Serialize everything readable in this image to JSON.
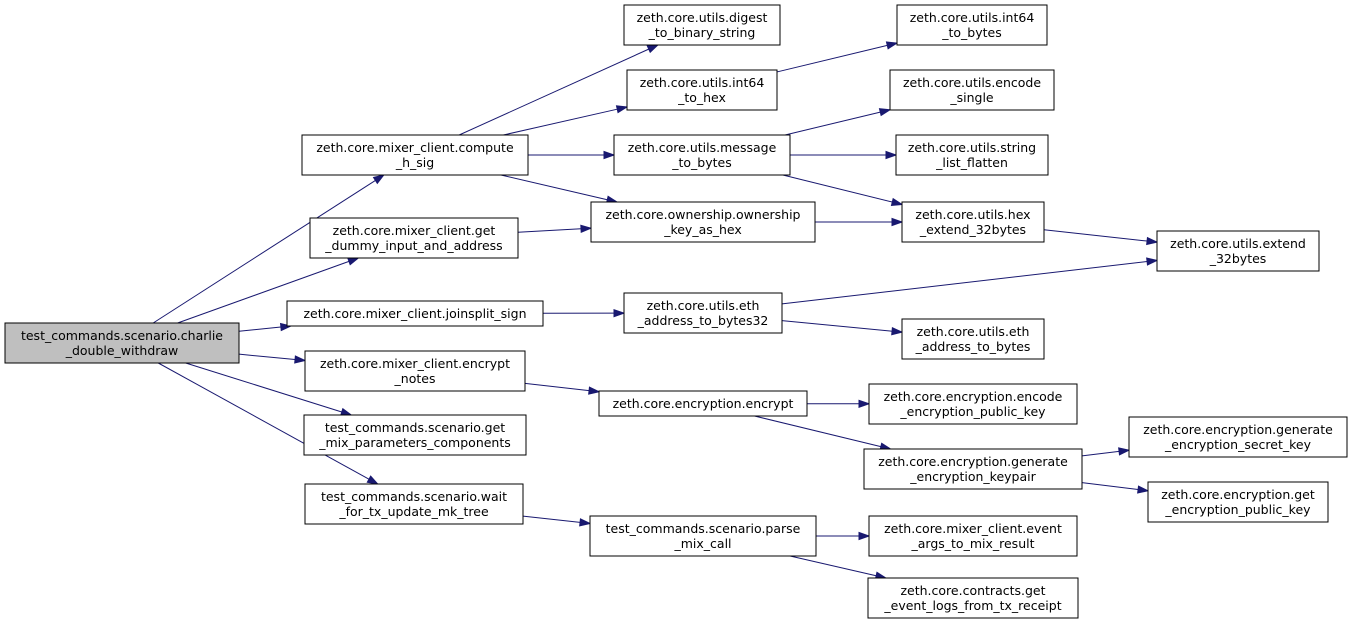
{
  "nodes": [
    {
      "id": "root",
      "lines": [
        "test_commands.scenario.charlie",
        "_double_withdraw"
      ],
      "root": true
    },
    {
      "id": "compute_h_sig",
      "lines": [
        "zeth.core.mixer_client.compute",
        "_h_sig"
      ]
    },
    {
      "id": "get_dummy",
      "lines": [
        "zeth.core.mixer_client.get",
        "_dummy_input_and_address"
      ]
    },
    {
      "id": "joinsplit_sign",
      "lines": [
        "zeth.core.mixer_client.joinsplit_sign"
      ]
    },
    {
      "id": "encrypt_notes",
      "lines": [
        "zeth.core.mixer_client.encrypt",
        "_notes"
      ]
    },
    {
      "id": "get_mix_params",
      "lines": [
        "test_commands.scenario.get",
        "_mix_parameters_components"
      ]
    },
    {
      "id": "wait_for_tx",
      "lines": [
        "test_commands.scenario.wait",
        "_for_tx_update_mk_tree"
      ]
    },
    {
      "id": "digest_to_binary",
      "lines": [
        "zeth.core.utils.digest",
        "_to_binary_string"
      ]
    },
    {
      "id": "int64_to_hex",
      "lines": [
        "zeth.core.utils.int64",
        "_to_hex"
      ]
    },
    {
      "id": "message_to_bytes",
      "lines": [
        "zeth.core.utils.message",
        "_to_bytes"
      ]
    },
    {
      "id": "ownership_key",
      "lines": [
        "zeth.core.ownership.ownership",
        "_key_as_hex"
      ]
    },
    {
      "id": "eth_addr_b32",
      "lines": [
        "zeth.core.utils.eth",
        "_address_to_bytes32"
      ]
    },
    {
      "id": "encryption_encrypt",
      "lines": [
        "zeth.core.encryption.encrypt"
      ]
    },
    {
      "id": "parse_mix_call",
      "lines": [
        "test_commands.scenario.parse",
        "_mix_call"
      ]
    },
    {
      "id": "int64_to_bytes",
      "lines": [
        "zeth.core.utils.int64",
        "_to_bytes"
      ]
    },
    {
      "id": "encode_single",
      "lines": [
        "zeth.core.utils.encode",
        "_single"
      ]
    },
    {
      "id": "string_list_flatten",
      "lines": [
        "zeth.core.utils.string",
        "_list_flatten"
      ]
    },
    {
      "id": "hex_extend",
      "lines": [
        "zeth.core.utils.hex",
        "_extend_32bytes"
      ]
    },
    {
      "id": "eth_addr_bytes",
      "lines": [
        "zeth.core.utils.eth",
        "_address_to_bytes"
      ]
    },
    {
      "id": "encode_enc_pk",
      "lines": [
        "zeth.core.encryption.encode",
        "_encryption_public_key"
      ]
    },
    {
      "id": "gen_keypair",
      "lines": [
        "zeth.core.encryption.generate",
        "_encryption_keypair"
      ]
    },
    {
      "id": "event_args",
      "lines": [
        "zeth.core.mixer_client.event",
        "_args_to_mix_result"
      ]
    },
    {
      "id": "get_event_logs",
      "lines": [
        "zeth.core.contracts.get",
        "_event_logs_from_tx_receipt"
      ]
    },
    {
      "id": "extend_32bytes",
      "lines": [
        "zeth.core.utils.extend",
        "_32bytes"
      ]
    },
    {
      "id": "gen_secret_key",
      "lines": [
        "zeth.core.encryption.generate",
        "_encryption_secret_key"
      ]
    },
    {
      "id": "get_enc_pk",
      "lines": [
        "zeth.core.encryption.get",
        "_encryption_public_key"
      ]
    }
  ],
  "edges": [
    [
      "root",
      "compute_h_sig"
    ],
    [
      "root",
      "get_dummy"
    ],
    [
      "root",
      "joinsplit_sign"
    ],
    [
      "root",
      "encrypt_notes"
    ],
    [
      "root",
      "get_mix_params"
    ],
    [
      "root",
      "wait_for_tx"
    ],
    [
      "compute_h_sig",
      "digest_to_binary"
    ],
    [
      "compute_h_sig",
      "int64_to_hex"
    ],
    [
      "compute_h_sig",
      "message_to_bytes"
    ],
    [
      "compute_h_sig",
      "ownership_key"
    ],
    [
      "int64_to_hex",
      "int64_to_bytes"
    ],
    [
      "message_to_bytes",
      "encode_single"
    ],
    [
      "message_to_bytes",
      "string_list_flatten"
    ],
    [
      "message_to_bytes",
      "hex_extend"
    ],
    [
      "get_dummy",
      "ownership_key"
    ],
    [
      "ownership_key",
      "hex_extend"
    ],
    [
      "hex_extend",
      "extend_32bytes"
    ],
    [
      "joinsplit_sign",
      "eth_addr_b32"
    ],
    [
      "eth_addr_b32",
      "extend_32bytes"
    ],
    [
      "eth_addr_b32",
      "eth_addr_bytes"
    ],
    [
      "encrypt_notes",
      "encryption_encrypt"
    ],
    [
      "encryption_encrypt",
      "encode_enc_pk"
    ],
    [
      "encryption_encrypt",
      "gen_keypair"
    ],
    [
      "gen_keypair",
      "gen_secret_key"
    ],
    [
      "gen_keypair",
      "get_enc_pk"
    ],
    [
      "wait_for_tx",
      "parse_mix_call"
    ],
    [
      "parse_mix_call",
      "event_args"
    ],
    [
      "parse_mix_call",
      "get_event_logs"
    ]
  ]
}
